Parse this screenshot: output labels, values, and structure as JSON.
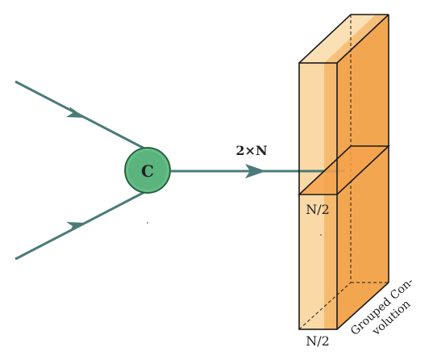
{
  "concat_node": {
    "label": "C"
  },
  "edge_label": "2×N",
  "block": {
    "top_half_label": "N/2",
    "bottom_width_label": "N/2",
    "side_label_line1": "Grouped Con-",
    "side_label_line2": "volution"
  },
  "colors": {
    "arrow": "#4b7b78",
    "node_fill": "#5bb37e",
    "node_stroke": "#1f5f34",
    "block_front": "#fbd9a6",
    "block_front_inner": "#f6ba6f",
    "block_side": "#f3a650",
    "block_top": "#fbe0b5",
    "block_top_orange": "#f4a24c",
    "outline": "#1a1a1a"
  }
}
